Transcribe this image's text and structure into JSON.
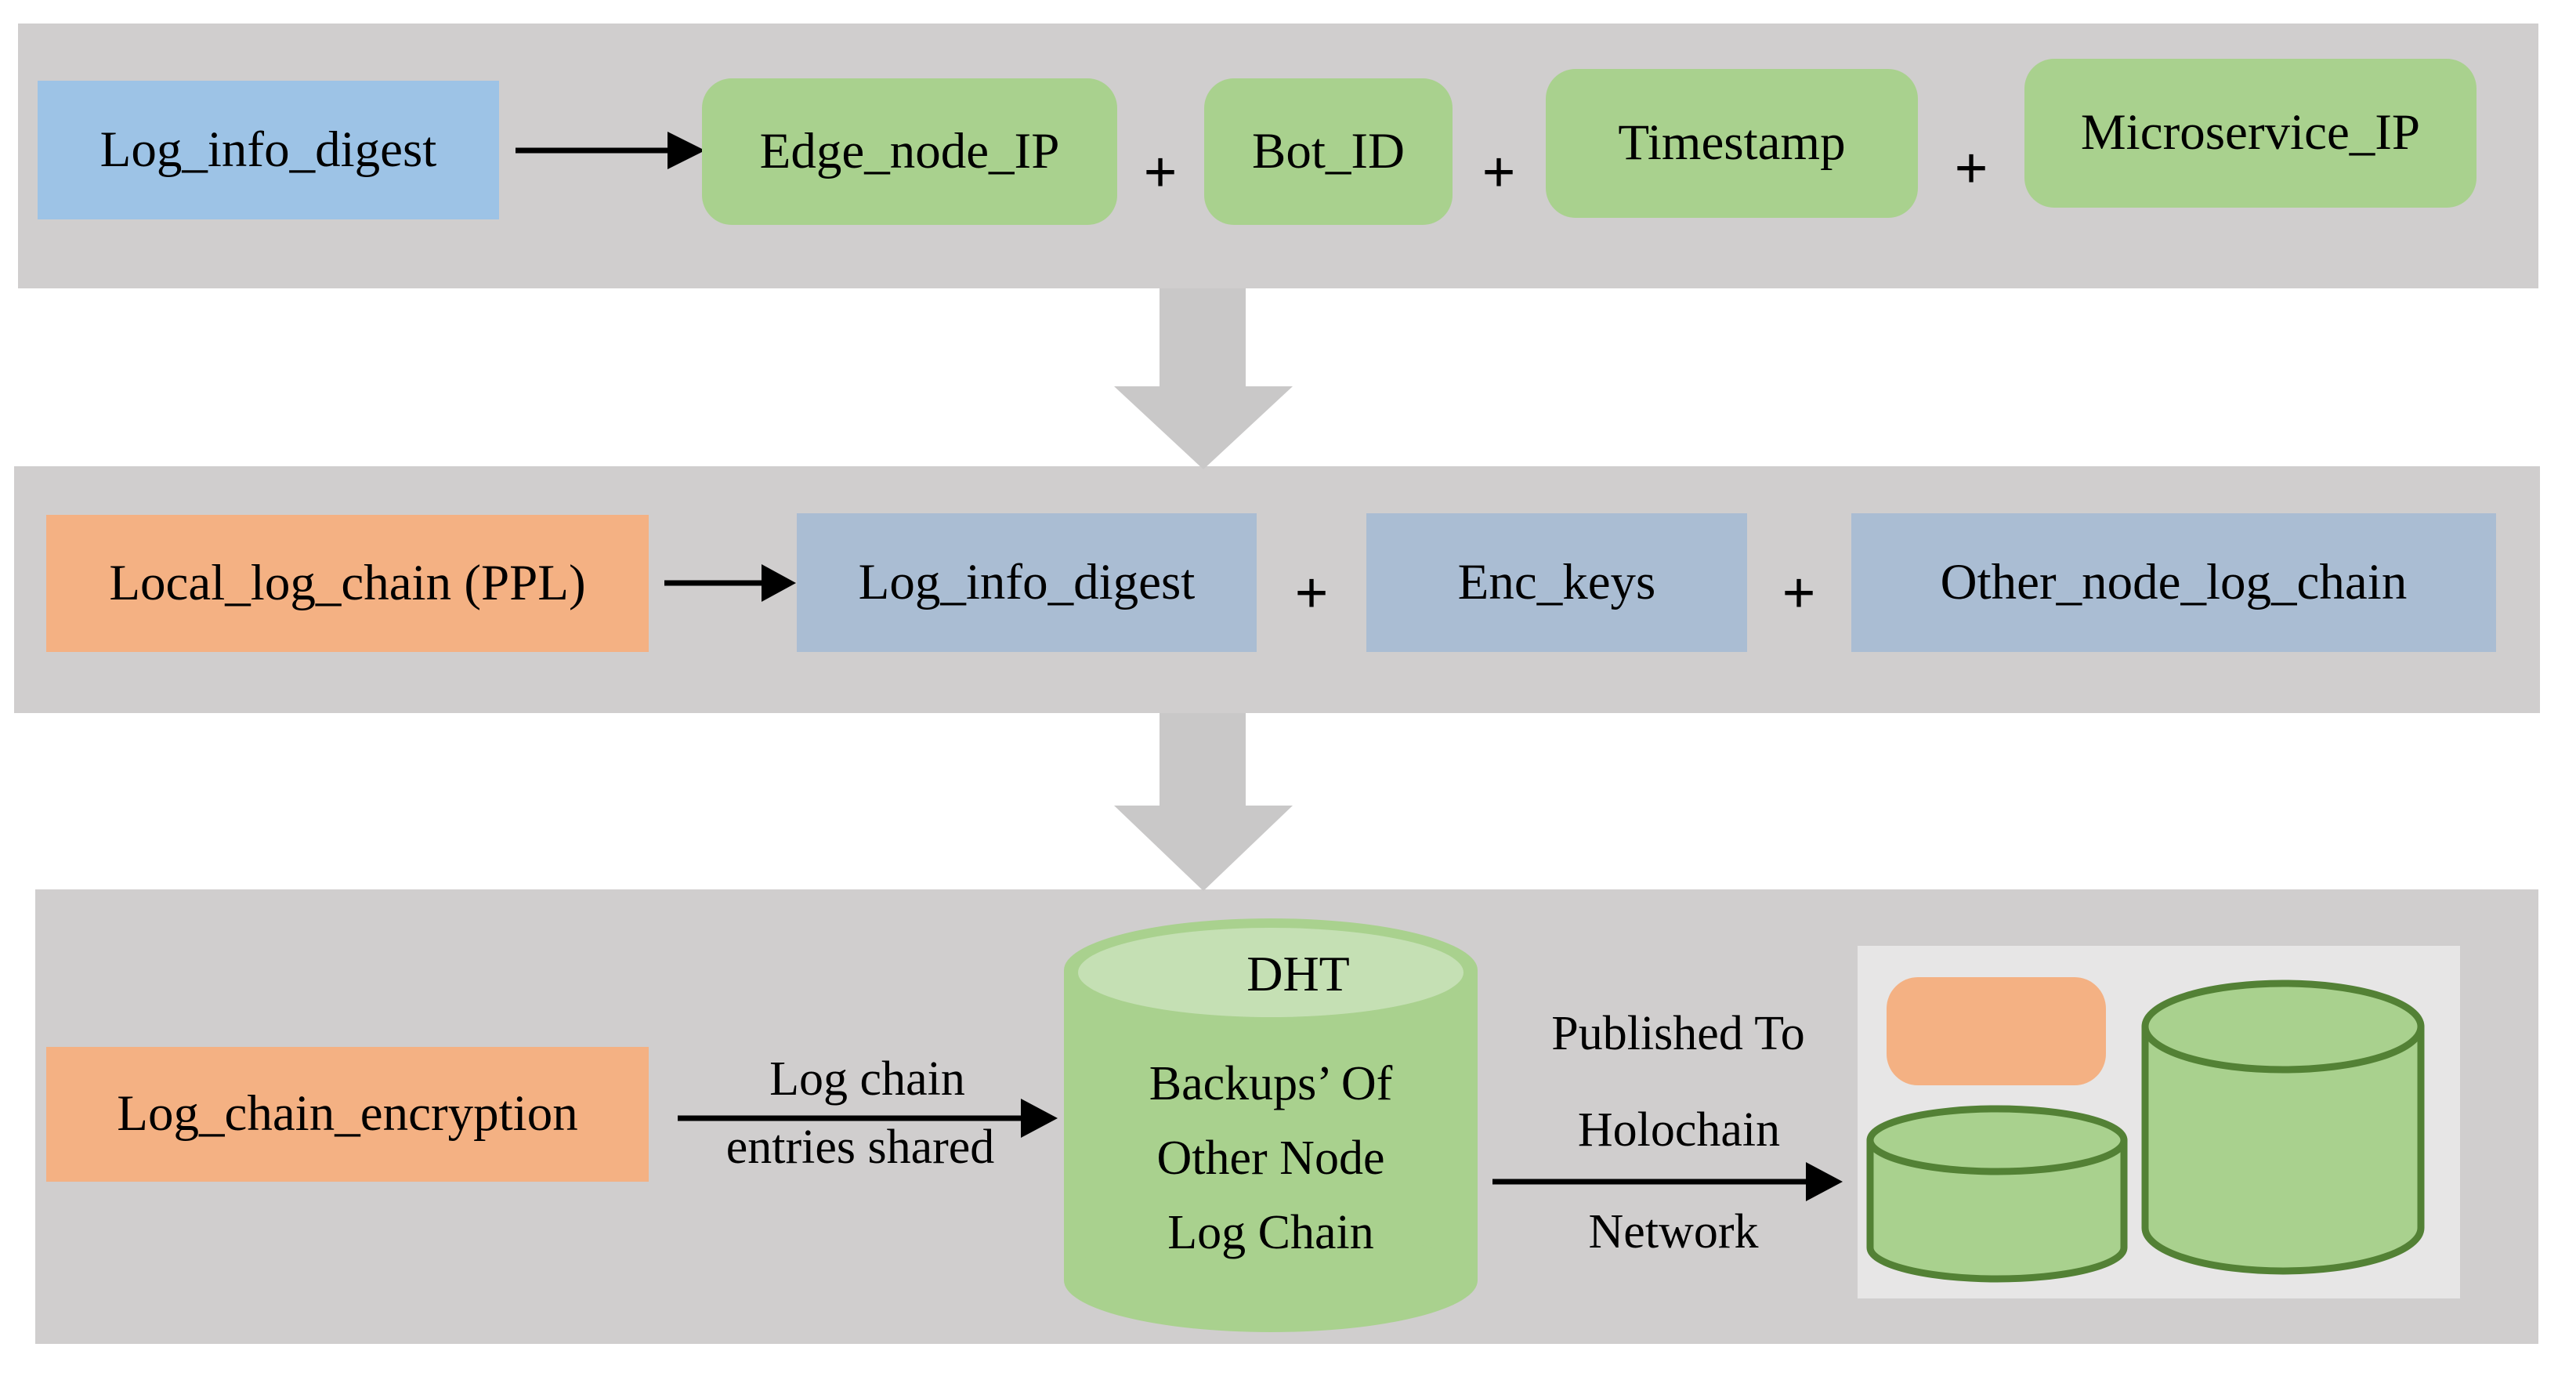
{
  "symbols": {
    "plus": "+"
  },
  "colors": {
    "band_gray": "#d0cece",
    "panel_gray": "#e7e6e6",
    "arrow_gray": "#c9c8c8",
    "blue": "#9dc3e6",
    "green": "#a9d18e",
    "green_light": "#c5e0b4",
    "green_dark": "#538135",
    "blue_gray": "#aabdd3",
    "orange": "#f4b183",
    "text": "#000000"
  },
  "row1": {
    "source_label": "Log_info_digest",
    "items": [
      {
        "label": "Edge_node_IP"
      },
      {
        "label": "Bot_ID"
      },
      {
        "label": "Timestamp"
      },
      {
        "label": "Microservice_IP"
      }
    ]
  },
  "row2": {
    "source_label": "Local_log_chain (PPL)",
    "items": [
      {
        "label": "Log_info_digest"
      },
      {
        "label": "Enc_keys"
      },
      {
        "label": "Other_node_log_chain"
      }
    ]
  },
  "row3": {
    "source_label": "Log_chain_encryption",
    "flow_label_line1": "Log chain",
    "flow_label_line2": "entries shared",
    "dht": {
      "title": "DHT",
      "body_lines": [
        "Backups’ Of",
        "Other Node",
        "Log Chain"
      ]
    },
    "publish_label_lines": [
      "Published To",
      "Holochain",
      "Network"
    ]
  }
}
